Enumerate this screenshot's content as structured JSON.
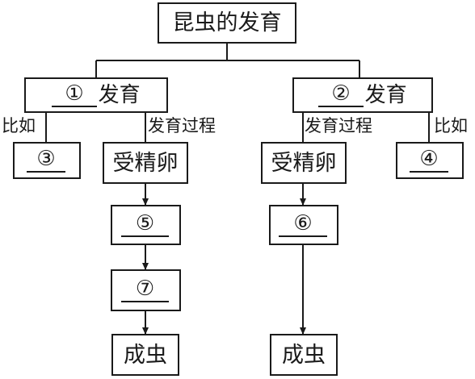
{
  "root": {
    "label": "昆虫的发育"
  },
  "left_type": {
    "blank": "①",
    "suffix": "发育"
  },
  "right_type": {
    "blank": "②",
    "suffix": "发育"
  },
  "left_example": {
    "blank": "③"
  },
  "right_example": {
    "blank": "④"
  },
  "left_stages": [
    {
      "text": "受精卵",
      "blank": false
    },
    {
      "text": "⑤",
      "blank": true
    },
    {
      "text": "⑦",
      "blank": true
    },
    {
      "text": "成虫",
      "blank": false
    }
  ],
  "right_stages": [
    {
      "text": "受精卵",
      "blank": false
    },
    {
      "text": "⑥",
      "blank": true
    },
    {
      "text": "成虫",
      "blank": false
    }
  ],
  "edge_labels": {
    "example": "比如",
    "process": "发育过程"
  },
  "colors": {
    "line": "#1a1a1a",
    "background": "#ffffff"
  }
}
